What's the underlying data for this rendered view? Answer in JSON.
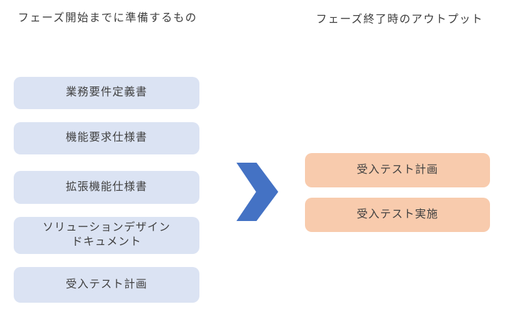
{
  "diagram": {
    "prepare_column": {
      "title": "フェーズ開始までに準備するもの",
      "items": [
        "業務要件定義書",
        "機能要求仕様書",
        "拡張機能仕様書",
        "ソリューションデザイン\nドキュメント",
        "受入テスト計画"
      ]
    },
    "output_column": {
      "title": "フェーズ終了時のアウトプット",
      "items": [
        "受入テスト計画",
        "受入テスト実施"
      ]
    },
    "arrow_icon": "right-chevron-arrow"
  },
  "colors": {
    "prepare_box_fill": "#dbe3f3",
    "output_box_fill": "#f8cbad",
    "arrow_fill": "#4472c4",
    "text": "#404040"
  }
}
